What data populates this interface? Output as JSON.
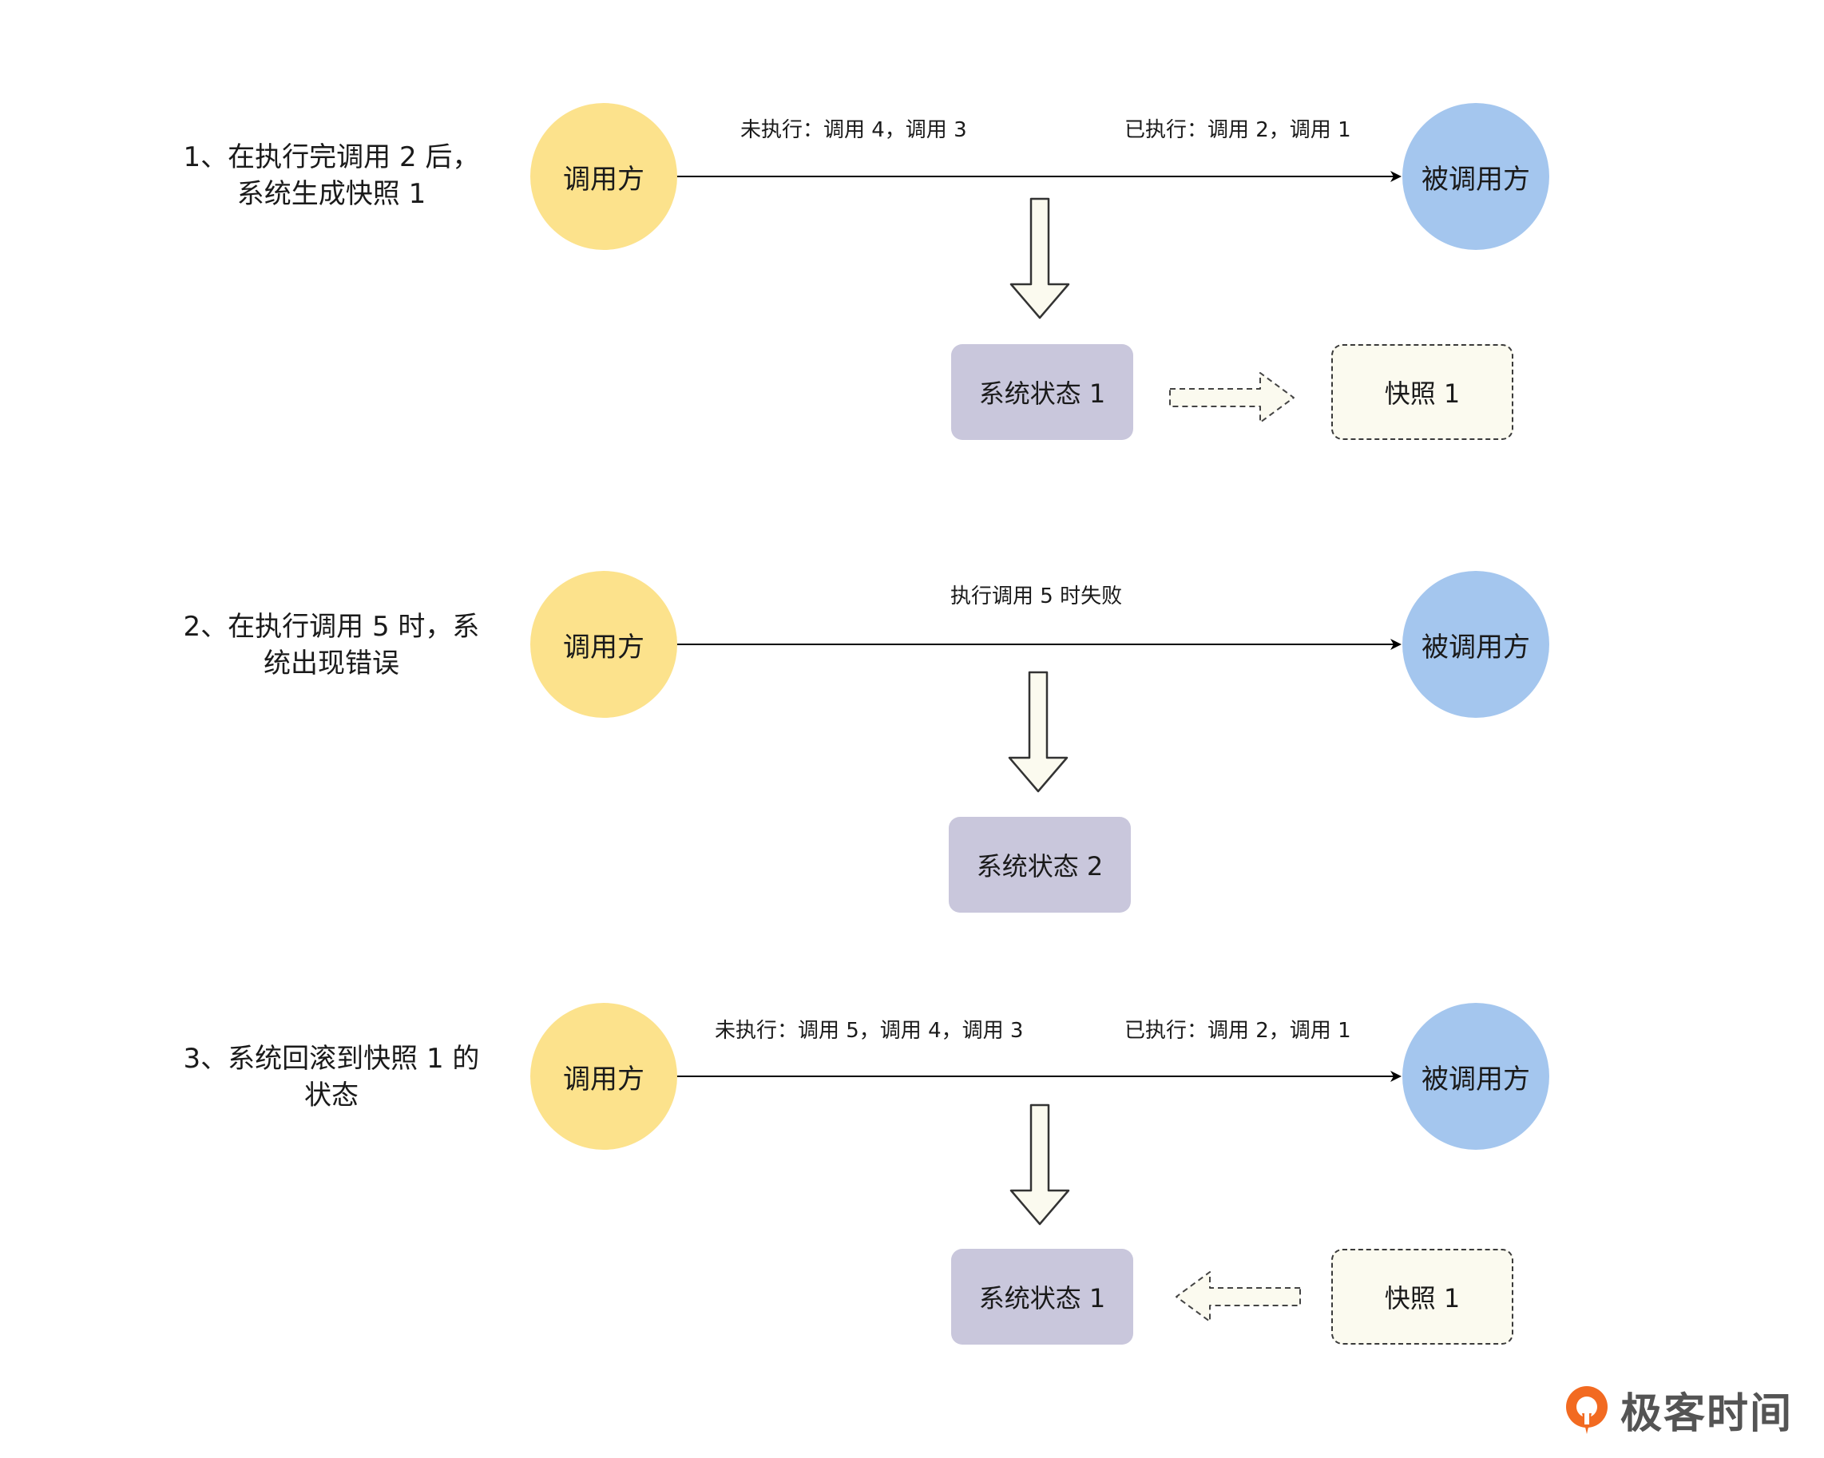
{
  "steps": [
    {
      "label_line1": "1、在执行完调用 2 后，",
      "label_line2": "系统生成快照 1",
      "caller": "调用方",
      "callee": "被调用方",
      "pending": "未执行：调用 4，调用 3",
      "done": "已执行：调用 2，调用 1",
      "state": "系统状态 1",
      "snapshot": "快照 1",
      "snapshot_direction": "state-to-snapshot"
    },
    {
      "label_line1": "2、在执行调用 5 时，系",
      "label_line2": "统出现错误",
      "caller": "调用方",
      "callee": "被调用方",
      "message": "执行调用 5 时失败",
      "state": "系统状态 2"
    },
    {
      "label_line1": "3、系统回滚到快照 1 的",
      "label_line2": "状态",
      "caller": "调用方",
      "callee": "被调用方",
      "pending": "未执行：调用 5，调用 4，调用 3",
      "done": "已执行：调用 2，调用 1",
      "state": "系统状态 1",
      "snapshot": "快照 1",
      "snapshot_direction": "snapshot-to-state"
    }
  ],
  "logo": {
    "text": "极客时间",
    "icon": "geektime-logo-icon",
    "brand_color": "#f26a21"
  },
  "colors": {
    "caller": "#fce28c",
    "callee": "#a4c6ee",
    "state": "#c9c7dc",
    "snapshot": "#fbfaef",
    "block_arrow": "#fbfaef"
  }
}
